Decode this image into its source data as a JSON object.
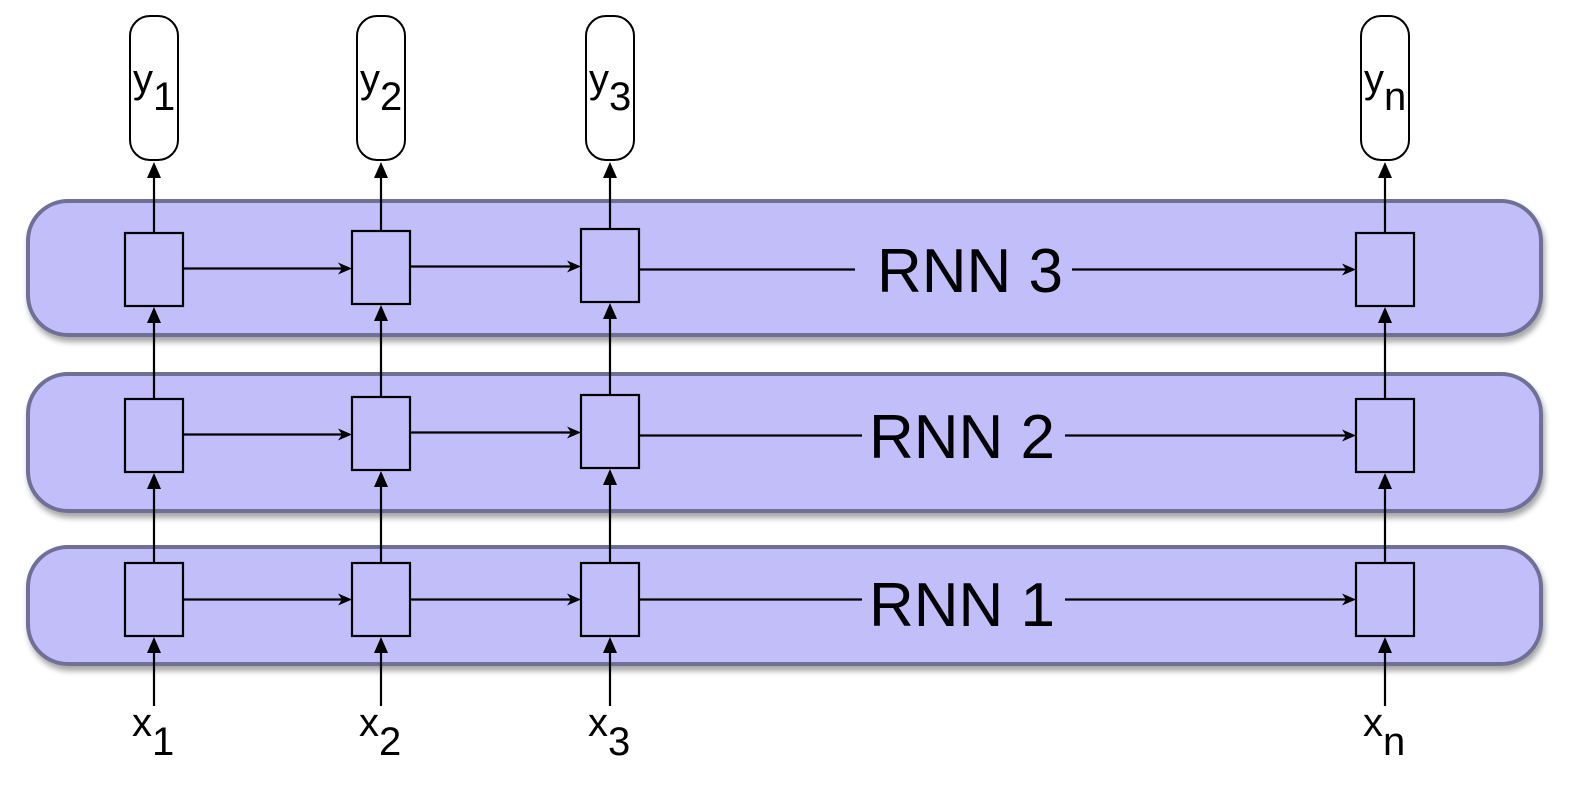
{
  "diagram": {
    "title": "Stacked (deep) RNN",
    "layers": [
      {
        "label": "RNN 1"
      },
      {
        "label": "RNN 2"
      },
      {
        "label": "RNN 3"
      }
    ],
    "timesteps": [
      "1",
      "2",
      "3",
      "n"
    ],
    "inputs": [
      {
        "base": "x",
        "sub": "1"
      },
      {
        "base": "x",
        "sub": "2"
      },
      {
        "base": "x",
        "sub": "3"
      },
      {
        "base": "x",
        "sub": "n"
      }
    ],
    "outputs": [
      {
        "base": "y",
        "sub": "1"
      },
      {
        "base": "y",
        "sub": "2"
      },
      {
        "base": "y",
        "sub": "3"
      },
      {
        "base": "y",
        "sub": "n"
      }
    ],
    "colors": {
      "panel_fill": "#c1befa",
      "panel_stroke": "#6f6f97",
      "cell_stroke": "#000000"
    }
  }
}
